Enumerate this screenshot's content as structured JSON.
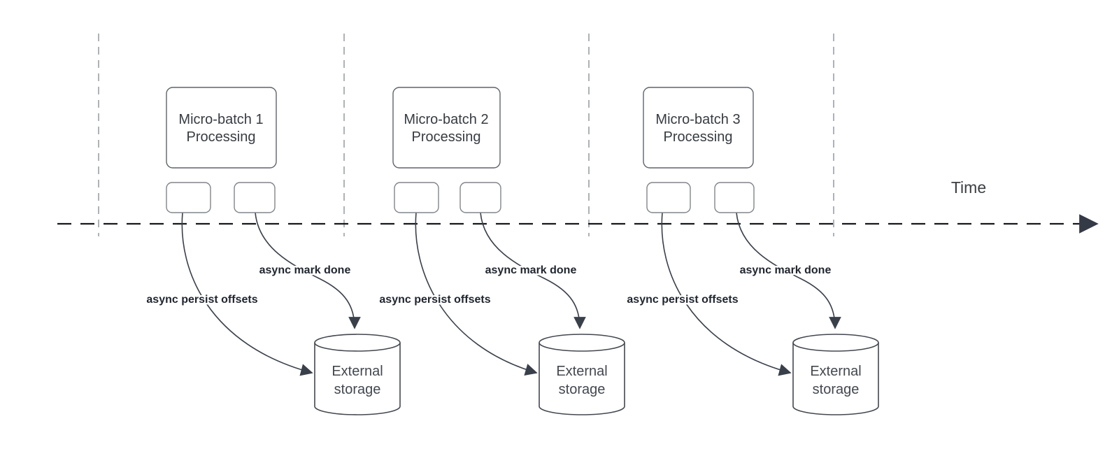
{
  "diagram": {
    "time_axis_label": "Time",
    "groups": [
      {
        "title_line1": "Micro-batch 1",
        "title_line2": "Processing",
        "persist_label": "async persist offsets",
        "mark_done_label": "async mark done",
        "storage_line1": "External",
        "storage_line2": "storage"
      },
      {
        "title_line1": "Micro-batch 2",
        "title_line2": "Processing",
        "persist_label": "async persist offsets",
        "mark_done_label": "async mark done",
        "storage_line1": "External",
        "storage_line2": "storage"
      },
      {
        "title_line1": "Micro-batch 3",
        "title_line2": "Processing",
        "persist_label": "async persist offsets",
        "mark_done_label": "async mark done",
        "storage_line1": "External",
        "storage_line2": "storage"
      }
    ],
    "colors": {
      "arrow_stroke": "#3a404a",
      "timeline_stroke": "#16181d",
      "guide_stroke": "#9aa0a6",
      "box_border": "#5f646b",
      "task_box_border": "#80858c",
      "cylinder_border": "#43484f",
      "title_text": "#373c42",
      "async_label_text": "#21262f",
      "background": "#ffffff"
    }
  }
}
